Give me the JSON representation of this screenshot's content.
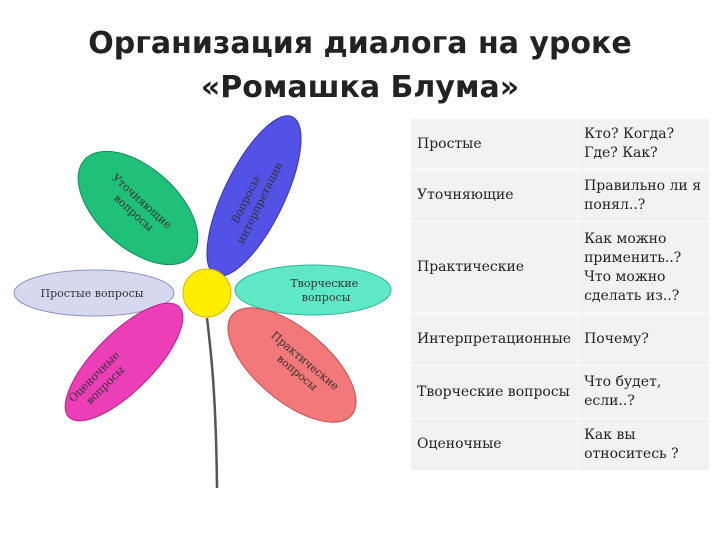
{
  "title": {
    "line1": "Организация диалога на уроке",
    "line2": "«Ромашка Блума»"
  },
  "flower": {
    "center_color": "#ffee00",
    "stem_color": "#555555",
    "petals": [
      {
        "label_lines": [
          "Уточняющие",
          "вопросы"
        ],
        "color": "#1fc07a",
        "stroke": "#128a55"
      },
      {
        "label_lines": [
          "Вопросы-",
          "интерпретации"
        ],
        "color": "#5252e6",
        "stroke": "#3535b0"
      },
      {
        "label_lines": [
          "Простые вопросы"
        ],
        "color": "#d6d8ef",
        "stroke": "#8e92c4"
      },
      {
        "label_lines": [
          "Творческие",
          "вопросы"
        ],
        "color": "#5ee8c8",
        "stroke": "#2eb596"
      },
      {
        "label_lines": [
          "Оценочные",
          "вопросы"
        ],
        "color": "#ec3fb7",
        "stroke": "#b3248a"
      },
      {
        "label_lines": [
          "Практические",
          "вопросы"
        ],
        "color": "#f2787a",
        "stroke": "#c24f52"
      }
    ]
  },
  "table": {
    "rows": [
      {
        "type": "Простые",
        "question": "Кто? Когда? Где? Как?"
      },
      {
        "type": "Уточняющие",
        "question": "Правильно ли я понял..?"
      },
      {
        "type": "Практические",
        "question": "Как можно применить..? Что можно сделать из..?"
      },
      {
        "type": "Интерпретационные",
        "question": "Почему?"
      },
      {
        "type": "Творческие вопросы",
        "question": "Что будет, если..?"
      },
      {
        "type": "Оценочные",
        "question": "Как вы относитесь ?"
      }
    ]
  }
}
